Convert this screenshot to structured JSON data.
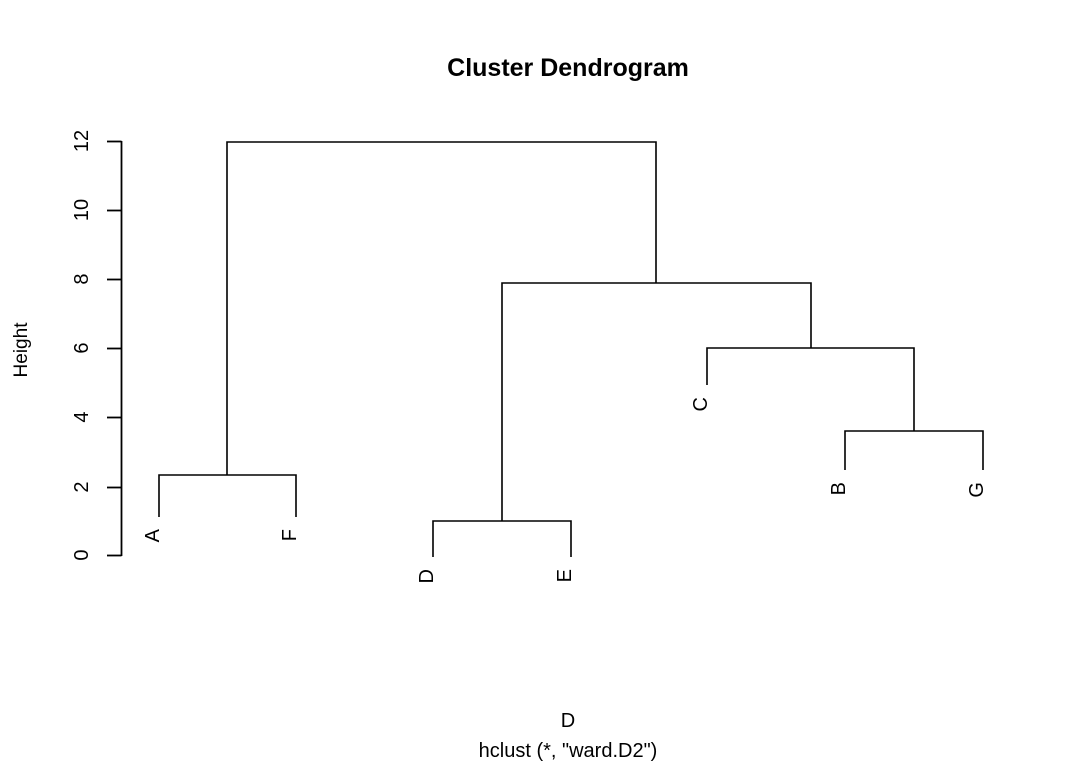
{
  "figure": {
    "title": "Cluster Dendrogram",
    "ylabel": "Height",
    "xlabel_line1": "D",
    "xlabel_line2": "hclust (*, \"ward.D2\")",
    "background_color": "#ffffff",
    "line_color": "#000000"
  },
  "chart_data": {
    "type": "dendrogram",
    "title": "Cluster Dendrogram",
    "xlabel": "D",
    "sublabel": "hclust (*, \"ward.D2\")",
    "ylabel": "Height",
    "ylim": [
      0,
      12
    ],
    "yticks": [
      0,
      2,
      4,
      6,
      8,
      10,
      12
    ],
    "ytick_labels": [
      "0",
      "2",
      "4",
      "6",
      "8",
      "10",
      "12"
    ],
    "grid": false,
    "legend": "none",
    "linkage_method": "ward.D2",
    "leaf_order": [
      "A",
      "F",
      "D",
      "E",
      "C",
      "B",
      "G"
    ],
    "leaves": [
      {
        "label": "A",
        "x_position": 1
      },
      {
        "label": "F",
        "x_position": 2
      },
      {
        "label": "D",
        "x_position": 3
      },
      {
        "label": "E",
        "x_position": 4
      },
      {
        "label": "C",
        "x_position": 5
      },
      {
        "label": "B",
        "x_position": 6
      },
      {
        "label": "G",
        "x_position": 7
      }
    ],
    "merges": [
      {
        "id": "m1",
        "left": "D",
        "right": "E",
        "height": 1.0
      },
      {
        "id": "m2",
        "left": "A",
        "right": "F",
        "height": 2.35
      },
      {
        "id": "m3",
        "left": "B",
        "right": "G",
        "height": 3.6
      },
      {
        "id": "m4",
        "left": "C",
        "right": "m3",
        "height": 6.0
      },
      {
        "id": "m5",
        "left": "m1",
        "right": "m4",
        "height": 7.9
      },
      {
        "id": "m6",
        "left": "m2",
        "right": "m5",
        "height": 11.95
      }
    ]
  },
  "yticks": {
    "t0": "0",
    "t2": "2",
    "t4": "4",
    "t6": "6",
    "t8": "8",
    "t10": "10",
    "t12": "12"
  },
  "leaf_labels": {
    "A": "A",
    "F": "F",
    "D": "D",
    "E": "E",
    "C": "C",
    "B": "B",
    "G": "G"
  }
}
